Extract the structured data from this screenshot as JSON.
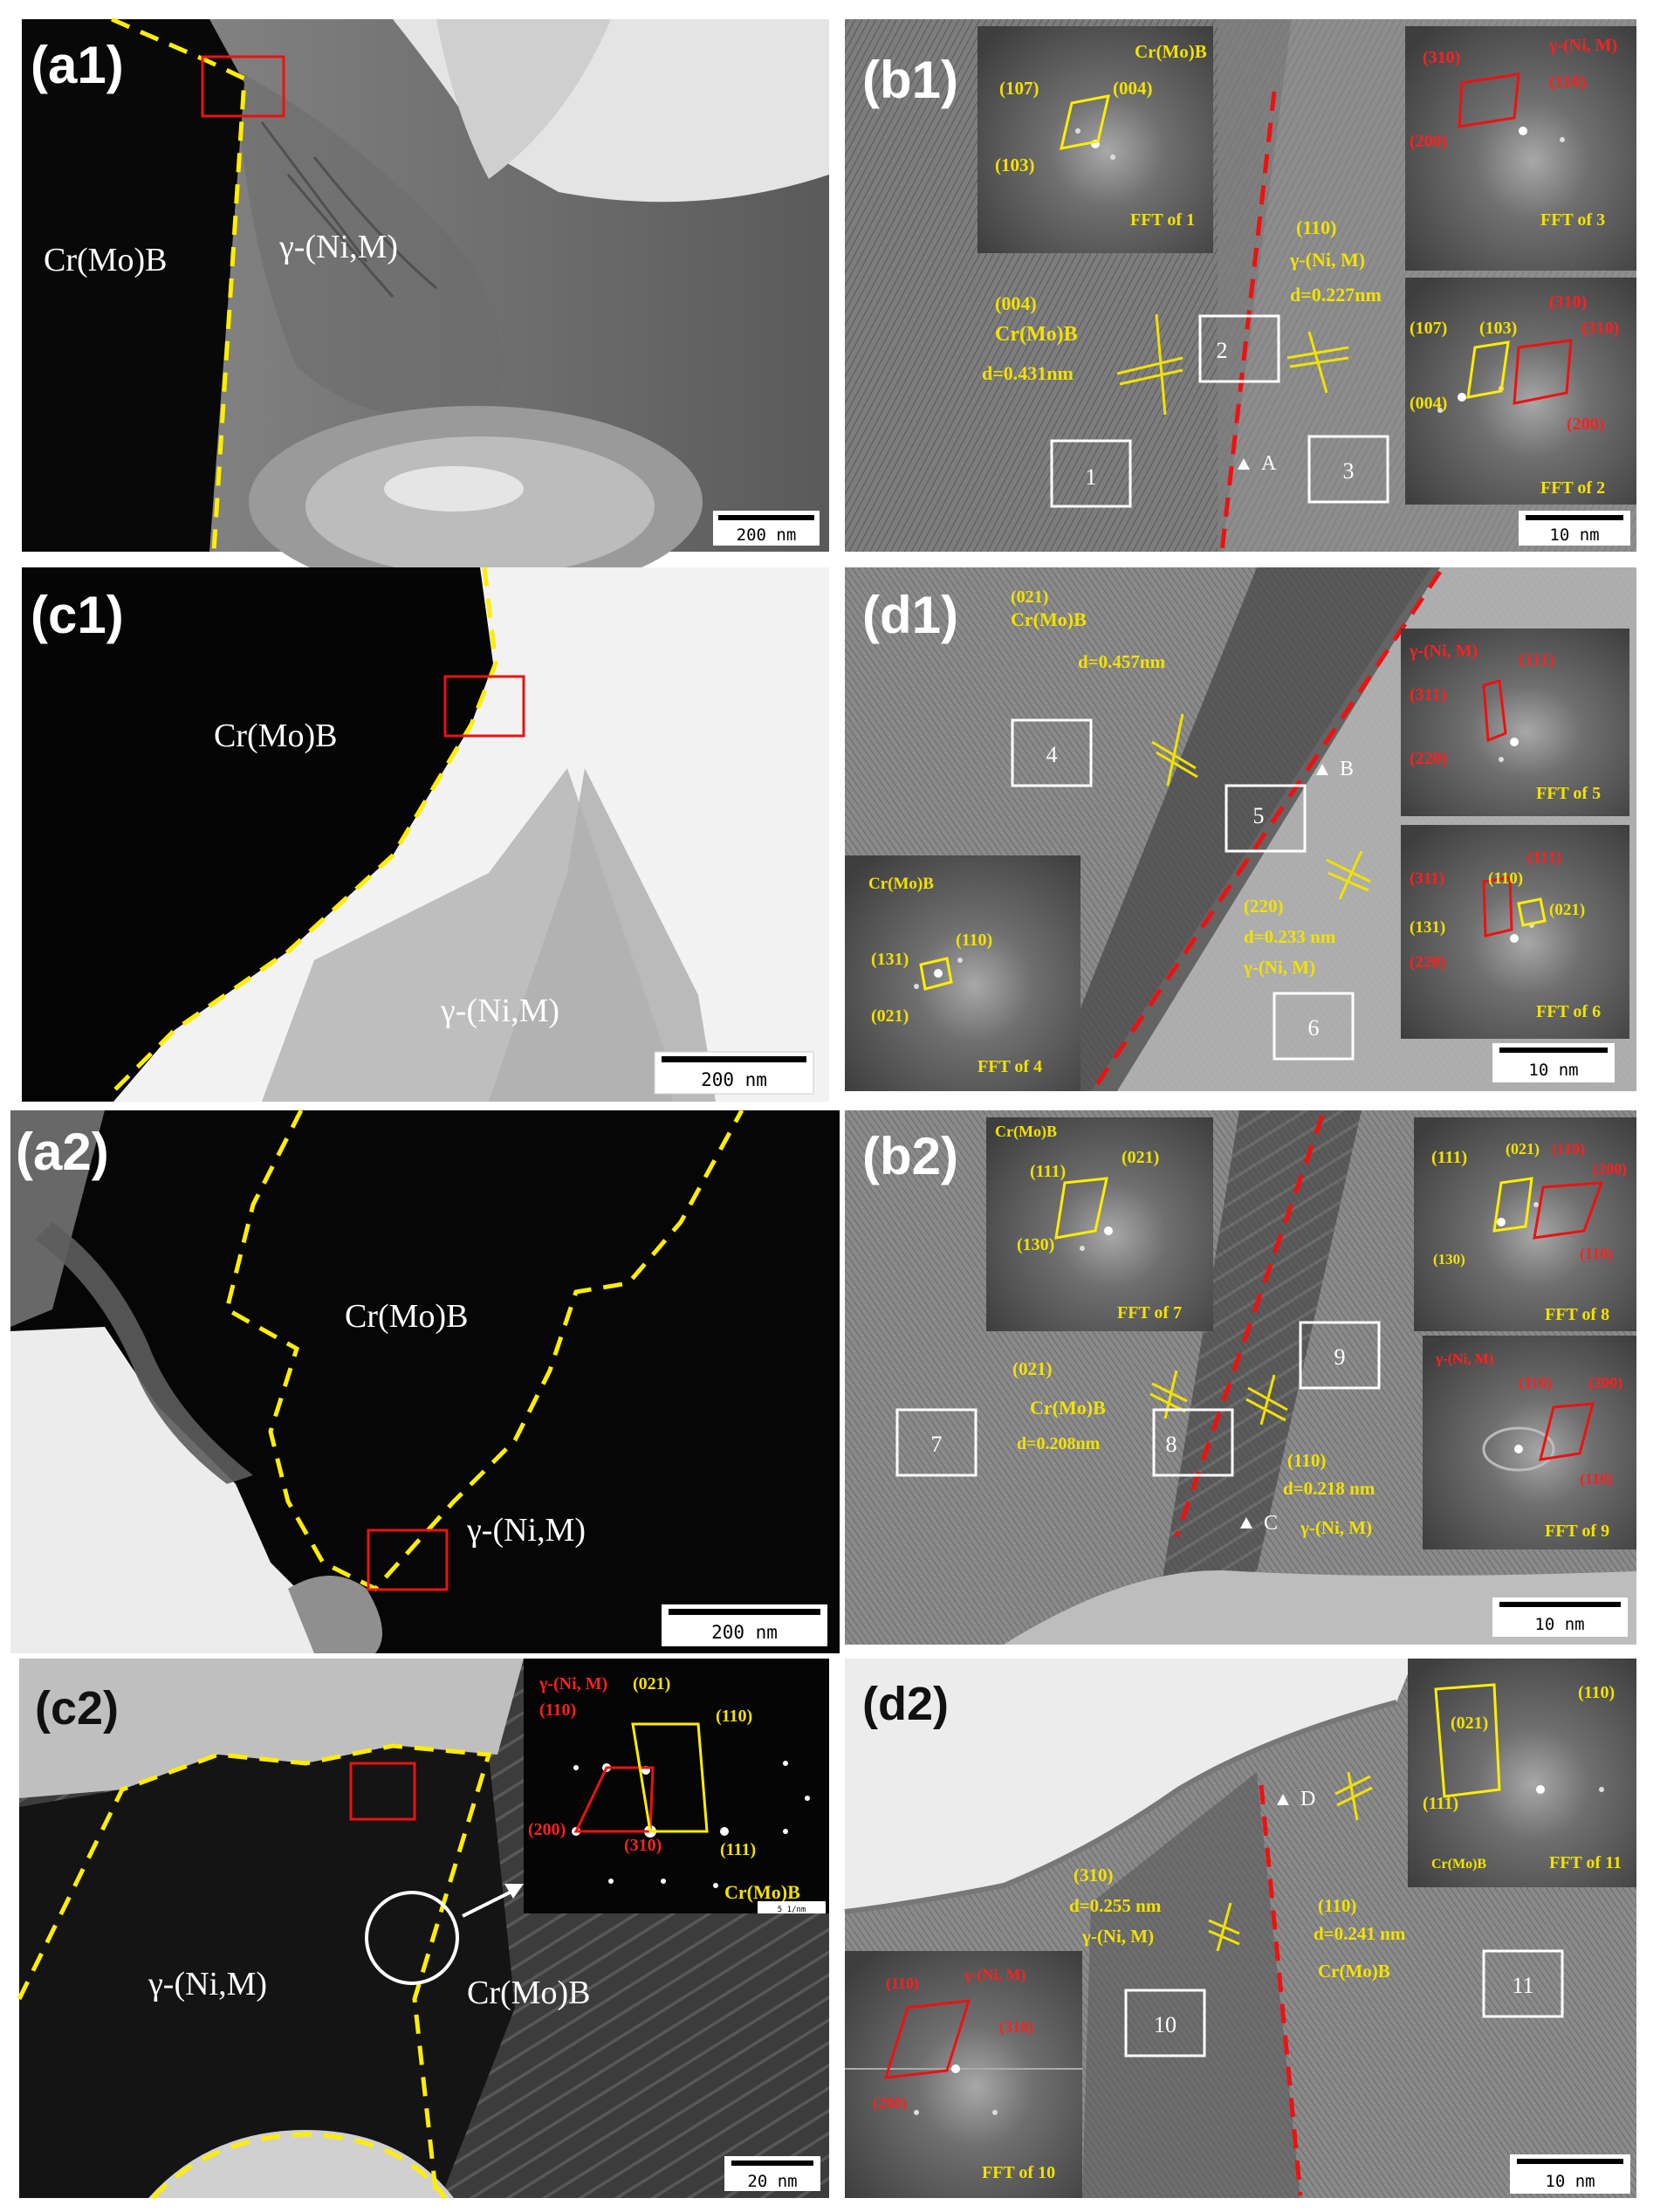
{
  "colors": {
    "boundary_yellow": "#ffee00",
    "boundary_red": "#ee1111",
    "index_yellow": "#f2e200",
    "index_red": "#ff2020"
  },
  "panels": {
    "a1": {
      "label": "(a1)",
      "phase_left": "Cr(Mo)B",
      "phase_right": "γ-(Ni,M)",
      "scale": "200 nm"
    },
    "b1": {
      "label": "(b1)",
      "fft1": {
        "title": "Cr(Mo)B",
        "i1": "(107)",
        "i2": "(004)",
        "i3": "(103)",
        "caption": "FFT of 1"
      },
      "fft3": {
        "title": "γ-(Ni, M)",
        "i1": "(310)",
        "i2": "(110)",
        "i3": "(200)",
        "caption": "FFT of 3"
      },
      "fft2": {
        "i1": "(310)",
        "i2": "(107)",
        "i3": "(103)",
        "i4": "(310)",
        "i5": "(004)",
        "i6": "(200)",
        "caption": "FFT of 2"
      },
      "left_a": "(004)",
      "left_b": "Cr(Mo)B",
      "left_c": "d=0.431nm",
      "right_a": "(110)",
      "right_b": "γ-(Ni, M)",
      "right_c": "d=0.227nm",
      "boxes": [
        "1",
        "2",
        "3"
      ],
      "marker": "A",
      "scale": "10 nm"
    },
    "c1": {
      "label": "(c1)",
      "phase_left": "Cr(Mo)B",
      "phase_right": "γ-(Ni,M)",
      "scale": "200 nm"
    },
    "d1": {
      "label": "(d1)",
      "top_a": "(021)",
      "top_b": "Cr(Mo)B",
      "top_c": "d=0.457nm",
      "fft5": {
        "title": "γ-(Ni, M)",
        "i1": "(111)",
        "i2": "(311)",
        "i3": "(220)",
        "caption": "FFT of 5"
      },
      "fft6": {
        "i1": "(111)",
        "i2": "(110)",
        "i3": "(311)",
        "i4": "(131)",
        "i5": "(021)",
        "i6": "(220)",
        "caption": "FFT of 6"
      },
      "fft4": {
        "title": "Cr(Mo)B",
        "i1": "(131)",
        "i2": "(110)",
        "i3": "(021)",
        "caption": "FFT of 4"
      },
      "mid_a": "(220)",
      "mid_b": "d=0.233 nm",
      "mid_c": "γ-(Ni, M)",
      "boxes": [
        "4",
        "5",
        "6"
      ],
      "marker": "B",
      "scale": "10 nm"
    },
    "a2": {
      "label": "(a2)",
      "phase_left": "Cr(Mo)B",
      "phase_right": "γ-(Ni,M)",
      "scale": "200 nm"
    },
    "b2": {
      "label": "(b2)",
      "fft7": {
        "title": "Cr(Mo)B",
        "i1": "(111)",
        "i2": "(021)",
        "i3": "(130)",
        "caption": "FFT of 7"
      },
      "fft8": {
        "i1": "(111)",
        "i2": "(021)",
        "i3": "(110)",
        "i4": "(200)",
        "i5": "(130)",
        "i6": "(110)",
        "caption": "FFT of 8"
      },
      "fft9": {
        "title": "γ-(Ni, M)",
        "i1": "(110)",
        "i2": "(200)",
        "i3": "(110)",
        "caption": "FFT of 9"
      },
      "left_a": "(021)",
      "left_b": "Cr(Mo)B",
      "left_c": "d=0.208nm",
      "right_a": "(110)",
      "right_b": "d=0.218 nm",
      "right_c": "γ-(Ni, M)",
      "boxes": [
        "7",
        "8",
        "9"
      ],
      "marker": "C",
      "scale": "10 nm"
    },
    "c2": {
      "label": "(c2)",
      "phase_left": "γ-(Ni,M)",
      "phase_right": "Cr(Mo)B",
      "saed": {
        "title": "γ-(Ni, M)",
        "i1": "(021)",
        "i2": "(110)",
        "i3": "(110)",
        "i4": "(200)",
        "i5": "(310)",
        "i6": "(111)",
        "phase": "Cr(Mo)B",
        "scale": "5 1/nm"
      },
      "scale": "20 nm"
    },
    "d2": {
      "label": "(d2)",
      "fft11": {
        "i1": "(110)",
        "i2": "(021)",
        "i3": "(111)",
        "title": "Cr(Mo)B",
        "caption": "FFT of 11"
      },
      "fft10": {
        "i1": "(110)",
        "i2": "γ-(Ni, M)",
        "i3": "(310)",
        "i4": "(200)",
        "caption": "FFT of 10"
      },
      "left_a": "(310)",
      "left_b": "d=0.255 nm",
      "left_c": "γ-(Ni, M)",
      "right_a": "(110)",
      "right_b": "d=0.241 nm",
      "right_c": "Cr(Mo)B",
      "boxes": [
        "10",
        "11"
      ],
      "marker": "D",
      "scale": "10 nm"
    }
  }
}
